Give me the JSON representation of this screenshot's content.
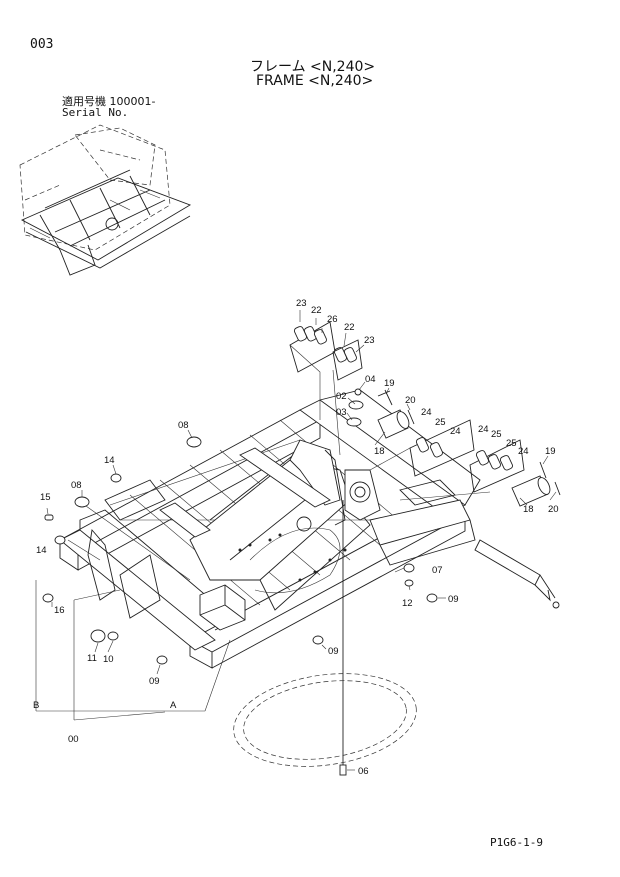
{
  "header": {
    "page_number": "003",
    "title_jp": "フレーム <N,240>",
    "title_en": "FRAME <N,240>",
    "serial_label_jp": "適用号機 100001-",
    "serial_label_en": "Serial No."
  },
  "footer": {
    "code": "P1G6-1-9"
  },
  "callouts": {
    "c23a": "23",
    "c22a": "22",
    "c26": "26",
    "c22b": "22",
    "c23b": "23",
    "c04": "04",
    "c19a": "19",
    "c02": "02",
    "c20a": "20",
    "c03": "03",
    "c18a": "18",
    "c24a": "24",
    "c25a": "25",
    "c24b": "24",
    "c25b": "25",
    "c24c": "24",
    "c25c": "25",
    "c24d": "24",
    "c19b": "19",
    "c18b": "18",
    "c20b": "20",
    "c08a": "08",
    "c14a": "14",
    "c08b": "08",
    "c15": "15",
    "c14b": "14",
    "c16": "16",
    "c07": "07",
    "c12": "12",
    "c09a": "09",
    "c09b": "09",
    "c11": "11",
    "c10": "10",
    "c09c": "09",
    "cB": "B",
    "cA": "A",
    "c00": "00",
    "c06": "06"
  }
}
